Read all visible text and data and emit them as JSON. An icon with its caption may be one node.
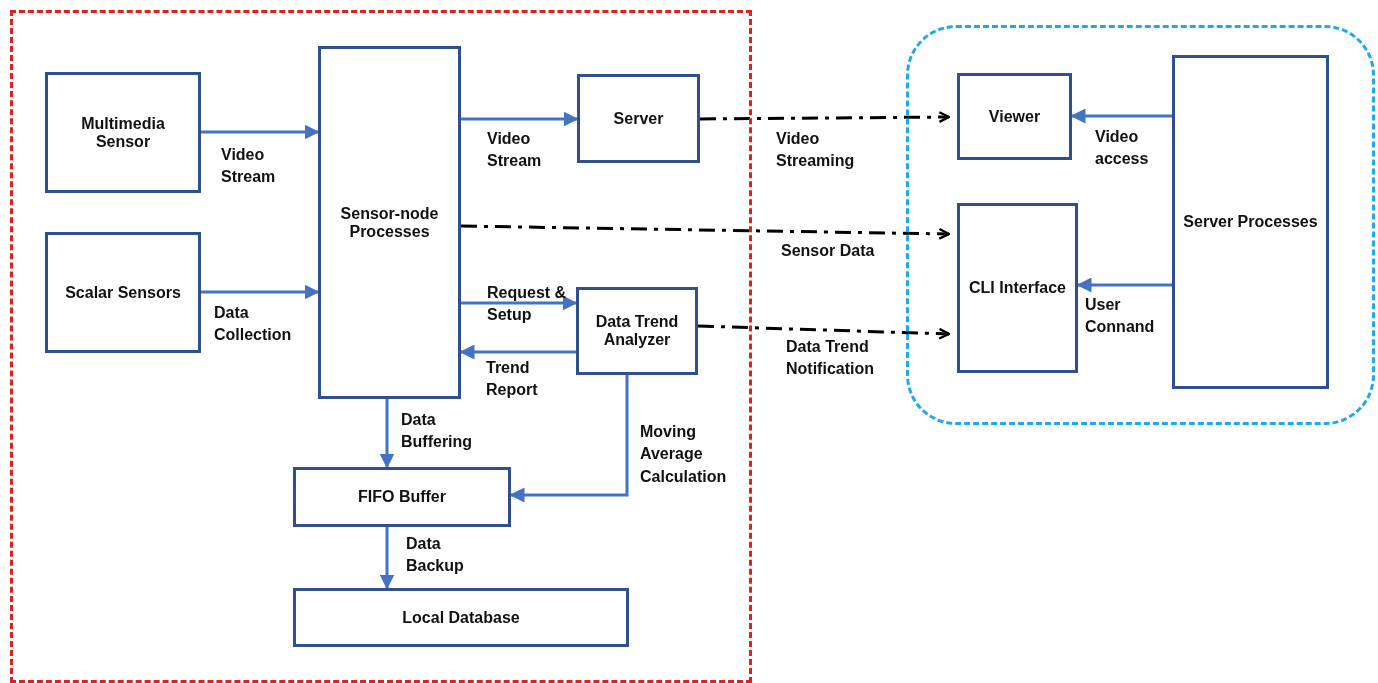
{
  "diagram": {
    "nodes": [
      {
        "text": [],
        "shape": "box"
      },
      {
        "text": [],
        "shape": "box"
      },
      {
        "text": [
          "Multimedia Sensor"
        ],
        "in": 0
      },
      {
        "text": [
          "Scalar Sensors"
        ],
        "in": 0
      },
      {
        "text": [
          "Sensor-node Processes"
        ],
        "in": 0
      },
      {
        "text": [
          "Server"
        ],
        "in": 0
      },
      {
        "text": [
          "Data Trend Analyzer"
        ],
        "in": 0
      },
      {
        "text": [
          "FIFO Buffer"
        ],
        "in": 0
      },
      {
        "text": [
          "Local Database"
        ],
        "in": 0
      },
      {
        "text": [
          "Viewer"
        ],
        "in": 1
      },
      {
        "text": [
          "CLI Interface"
        ],
        "in": 1
      },
      {
        "text": [
          "Server Processes"
        ],
        "in": 1
      }
    ],
    "edges": [
      {
        "from": 2,
        "to": 4,
        "arrow": "to",
        "label": "Video Stream"
      },
      {
        "from": 3,
        "to": 4,
        "arrow": "to",
        "label": "Data Collection"
      },
      {
        "from": 4,
        "to": 5,
        "arrow": "to",
        "label": "Video Stream"
      },
      {
        "from": 4,
        "to": 6,
        "arrow": "to",
        "label": "Request & Setup"
      },
      {
        "from": 6,
        "to": 4,
        "arrow": "to",
        "label": "Trend Report"
      },
      {
        "from": 4,
        "to": 7,
        "arrow": "to",
        "label": "Data Buffering"
      },
      {
        "from": 6,
        "to": 7,
        "arrow": "to",
        "label": "Moving Average Calculation"
      },
      {
        "from": 7,
        "to": 8,
        "arrow": "to",
        "label": "Data Backup"
      },
      {
        "from": 5,
        "to": 9,
        "arrow": "to",
        "label": "Video Streaming",
        "style": "dashed",
        "color": "#000000"
      },
      {
        "from": 4,
        "to": 10,
        "arrow": "to",
        "label": "Sensor Data",
        "style": "dashed",
        "color": "#000000"
      },
      {
        "from": 6,
        "to": 10,
        "arrow": "to",
        "label": "Data Trend Notification",
        "style": "dashed",
        "color": "#000000"
      },
      {
        "from": 11,
        "to": 9,
        "arrow": "to",
        "label": "Video access"
      },
      {
        "from": 11,
        "to": 10,
        "arrow": "to",
        "label": "User Connand"
      }
    ]
  }
}
